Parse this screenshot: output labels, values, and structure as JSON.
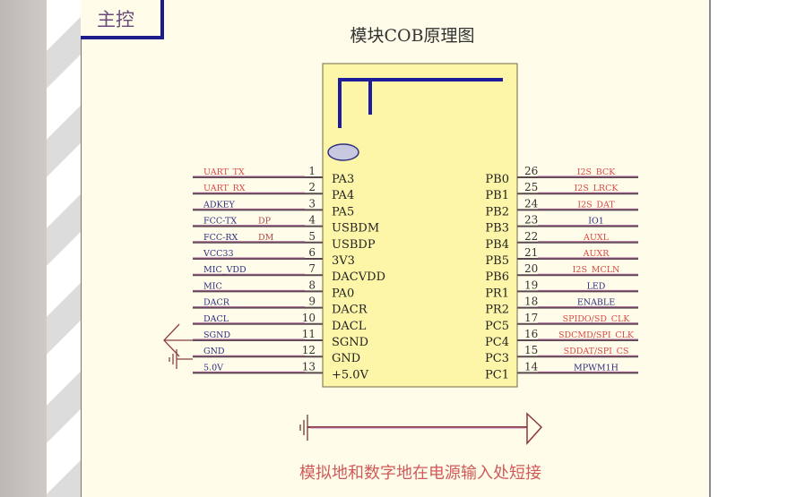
{
  "header": {
    "label": "主控"
  },
  "title": "模块COB原理图",
  "note": "模拟地和数字地在电源输入处短接",
  "colors": {
    "page": "#fffde9",
    "chip": "#fdf6a8",
    "wire": "#a05a90",
    "net_red": "#d84848",
    "net_blue": "#2c2c80",
    "antenna": "#1c1c9c"
  },
  "left_pins": [
    {
      "num": "1",
      "name": "PA3",
      "net": "UART_TX",
      "extra": "",
      "red": true
    },
    {
      "num": "2",
      "name": "PA4",
      "net": "UART_RX",
      "extra": "",
      "red": true
    },
    {
      "num": "3",
      "name": "PA5",
      "net": "ADKEY",
      "extra": "",
      "red": false
    },
    {
      "num": "4",
      "name": "USBDM",
      "net": "FCC-TX",
      "extra": "DP",
      "red": false
    },
    {
      "num": "5",
      "name": "USBDP",
      "net": "FCC-RX",
      "extra": "DM",
      "red": false
    },
    {
      "num": "6",
      "name": "3V3",
      "net": "VCC33",
      "extra": "",
      "red": false
    },
    {
      "num": "7",
      "name": "DACVDD",
      "net": "MIC_VDD",
      "extra": "",
      "red": false
    },
    {
      "num": "8",
      "name": "PA0",
      "net": "MIC",
      "extra": "",
      "red": false
    },
    {
      "num": "9",
      "name": "DACR",
      "net": "DACR",
      "extra": "",
      "red": false
    },
    {
      "num": "10",
      "name": "DACL",
      "net": "DACL",
      "extra": "",
      "red": false
    },
    {
      "num": "11",
      "name": "SGND",
      "net": "SGND",
      "extra": "",
      "red": false
    },
    {
      "num": "12",
      "name": "GND",
      "net": "GND",
      "extra": "",
      "red": false
    },
    {
      "num": "13",
      "name": "+5.0V",
      "net": "5.0V",
      "extra": "",
      "red": false
    }
  ],
  "right_pins": [
    {
      "num": "26",
      "name": "PB0",
      "net": "I2S_BCK",
      "red": true
    },
    {
      "num": "25",
      "name": "PB1",
      "net": "I2S_LRCK",
      "red": true
    },
    {
      "num": "24",
      "name": "PB2",
      "net": "I2S_DAT",
      "red": true
    },
    {
      "num": "23",
      "name": "PB3",
      "net": "IO1",
      "red": false
    },
    {
      "num": "22",
      "name": "PB4",
      "net": "AUXL",
      "red": true
    },
    {
      "num": "21",
      "name": "PB5",
      "net": "AUXR",
      "red": true
    },
    {
      "num": "20",
      "name": "PB6",
      "net": "I2S_MCLN",
      "red": true
    },
    {
      "num": "19",
      "name": "PR1",
      "net": "LED",
      "red": false
    },
    {
      "num": "18",
      "name": "PR2",
      "net": "ENABLE",
      "red": false
    },
    {
      "num": "17",
      "name": "PC5",
      "net": "SPIDO/SD_CLK",
      "red": true
    },
    {
      "num": "16",
      "name": "PC4",
      "net": "SDCMD/SPI_CLK",
      "red": true
    },
    {
      "num": "15",
      "name": "PC3",
      "net": "SDDAT/SPI_CS",
      "red": true
    },
    {
      "num": "14",
      "name": "PC1",
      "net": "MPWM1H",
      "red": false
    }
  ]
}
